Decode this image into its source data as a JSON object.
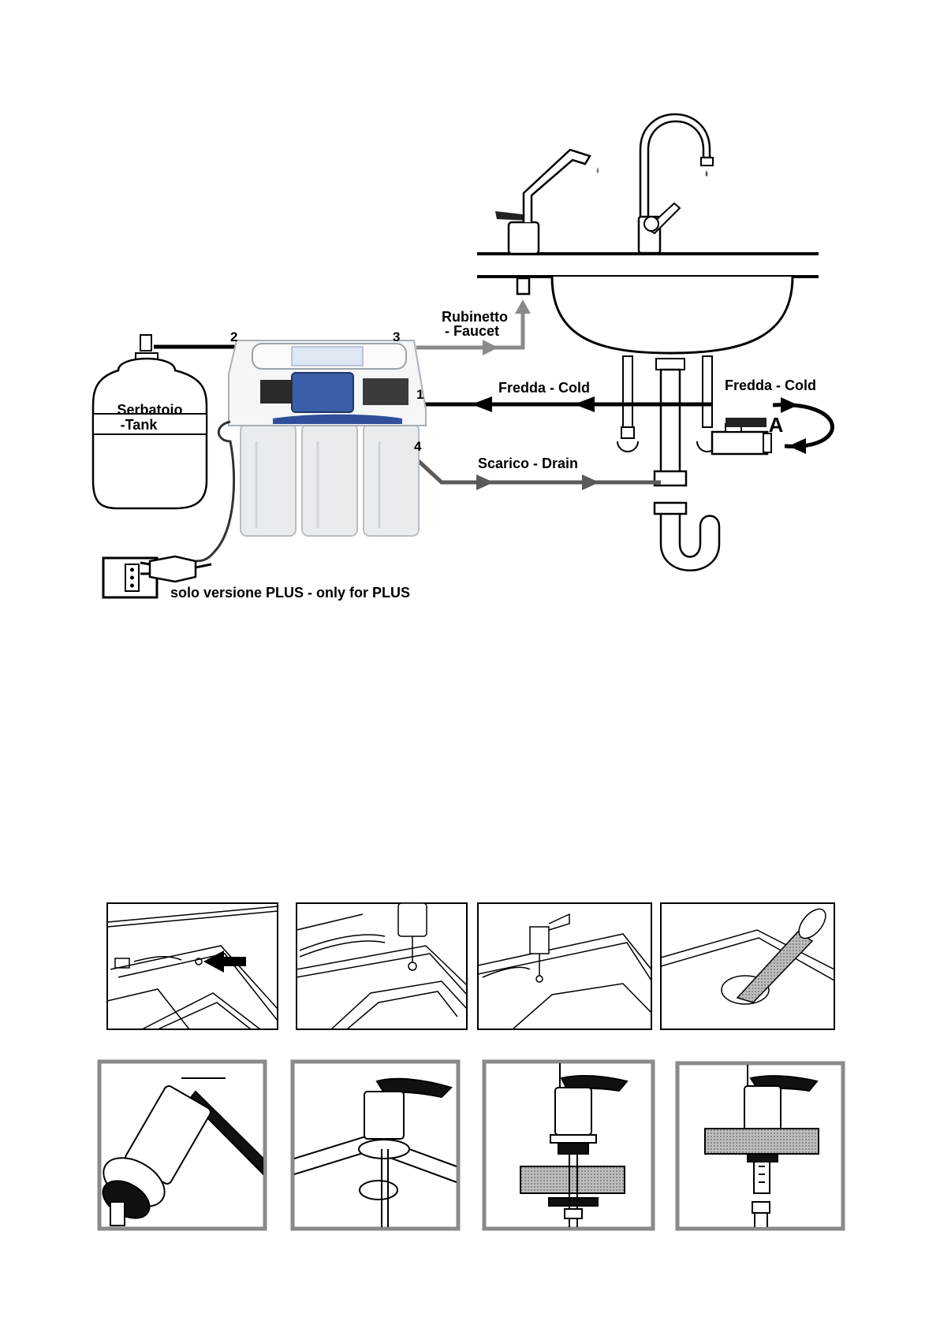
{
  "diagram": {
    "ports": {
      "p1": "1",
      "p2": "2",
      "p3": "3",
      "p4": "4"
    },
    "labels": {
      "tank": [
        "Serbatoio",
        "-Tank"
      ],
      "faucet": [
        "Rubinetto",
        "- Faucet"
      ],
      "cold_in": "Fredda - Cold",
      "cold_supply": "Fredda - Cold",
      "drain": "Scarico - Drain",
      "valve": "A",
      "plus_note": "solo versione PLUS - only for PLUS"
    },
    "colors": {
      "line": "#000000",
      "pipe_grey": "#8a8a8a",
      "drain_grey": "#5a5a5a",
      "filter_housing": "#e9ecef",
      "membrane_blue": "#3a5fa8"
    }
  },
  "steps": {
    "row1": [
      "mark-hole-step",
      "drill-hole-step",
      "mount-faucet-step",
      "file-hole-step"
    ],
    "row2": [
      "faucet-washer-step",
      "insert-faucet-step",
      "faucet-fitting-step",
      "faucet-connector-step"
    ]
  }
}
